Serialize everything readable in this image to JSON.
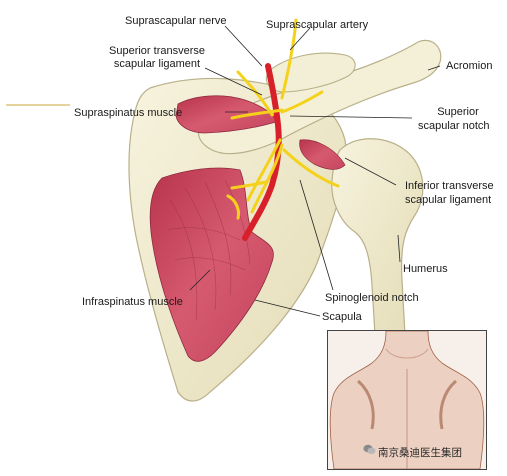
{
  "labels": {
    "suprascapular_nerve": "Suprascapular nerve",
    "suprascapular_artery": "Suprascapular artery",
    "superior_transverse_1": "Superior transverse",
    "superior_transverse_2": "scapular ligament",
    "acromion": "Acromion",
    "supraspinatus": "Supraspinatus muscle",
    "superior_notch_1": "Superior",
    "superior_notch_2": "scapular notch",
    "inferior_transverse_1": "Inferior transverse",
    "inferior_transverse_2": "scapular ligament",
    "humerus": "Humerus",
    "infraspinatus": "Infraspinatus muscle",
    "spinoglenoid": "Spinoglenoid notch",
    "scapula": "Scapula"
  },
  "watermark": "南京桑迪医生集团",
  "icons": [
    "wechat-icon"
  ],
  "colors": {
    "bone": "#f1ecd0",
    "bone_edge": "#b9b08a",
    "muscle": "#c9465e",
    "muscle_dark": "#8e2a3e",
    "nerve": "#f4d21b",
    "artery": "#d8202a",
    "skin": "#e9c7b6"
  }
}
